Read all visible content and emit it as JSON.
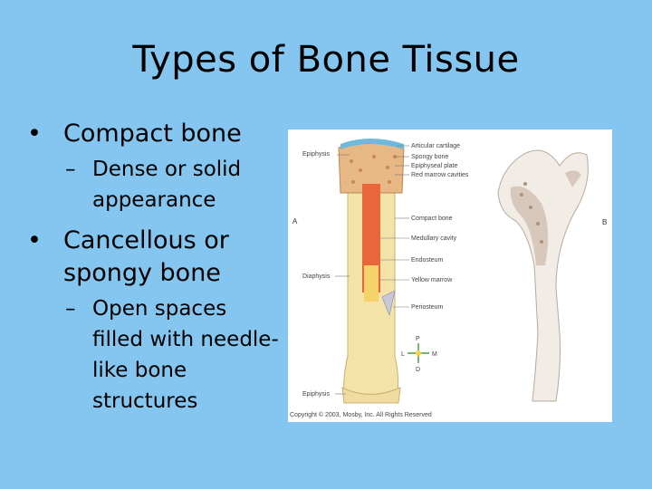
{
  "slide": {
    "title": "Types of Bone Tissue",
    "bullets": [
      {
        "text": "Compact bone",
        "sub": [
          "Dense or solid appearance"
        ]
      },
      {
        "text": "Cancellous or spongy bone",
        "sub": [
          "Open spaces filled with needle-like bone structures"
        ]
      }
    ]
  },
  "figure": {
    "left_labels": [
      "Epiphysis",
      "Diaphysis",
      "Epiphysis"
    ],
    "right_labels": [
      "Articular cartilage",
      "Spongy bone",
      "Epiphyseal plate",
      "Red marrow cavities",
      "Compact bone",
      "Medullary cavity",
      "Endosteum",
      "Yellow marrow",
      "Periosteum"
    ],
    "panel_letters": [
      "A",
      "B"
    ],
    "compass": [
      "P",
      "L",
      "M",
      "D"
    ],
    "copyright": "Copyright © 2003, Mosby, Inc. All Rights Reserved"
  },
  "colors": {
    "background": "#84c6f0",
    "bone": "#f3e3a8",
    "marrow": "#e8663a"
  }
}
